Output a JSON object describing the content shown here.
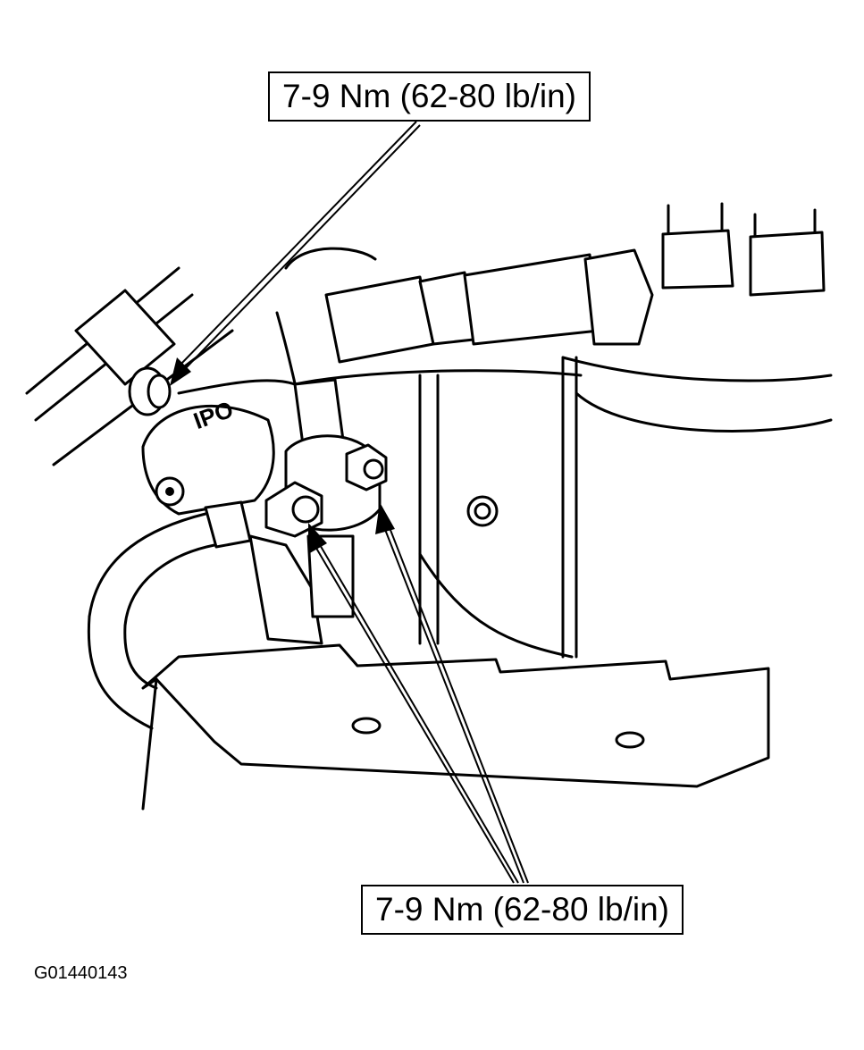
{
  "callouts": {
    "top": "7-9 Nm (62-80 lb/in)",
    "bottom": "7-9 Nm (62-80 lb/in)"
  },
  "figure_id": "G01440143",
  "sensor_label": "IPO"
}
